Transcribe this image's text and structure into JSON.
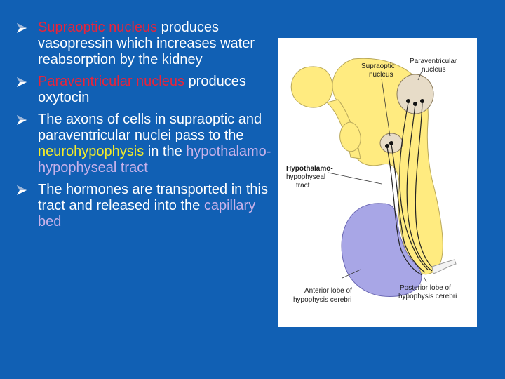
{
  "colors": {
    "background": "#1160b4",
    "text": "#ffffff",
    "highlight_red": "#e8243b",
    "highlight_yellow": "#f4ec2a",
    "highlight_violet": "#c9b2ea",
    "nucleus_fill": "#ffeb80",
    "anterior_lobe_fill": "#a8a6e6"
  },
  "bullets": [
    {
      "highlight": "Supraoptic nucleus",
      "text": " produces vasopressin which increases water reabsorption by the kidney"
    },
    {
      "highlight": "Paraventricular nucleus",
      "text": " produces oxytocin"
    },
    {
      "pre": "The axons of cells in supraoptic and paraventricular nuclei pass to the ",
      "highlight1": "neurohypophysis",
      "mid": " in the ",
      "highlight2": "hypothalamo-hypophyseal tract",
      "post": ""
    },
    {
      "pre": "The hormones are transported in this tract and released into the ",
      "highlight": "capillary bed"
    }
  ],
  "figure": {
    "label_paraventricular_1": "Paraventricular",
    "label_paraventricular_2": "nucleus",
    "label_supraoptic_1": "Supraoptic",
    "label_supraoptic_2": "nucleus",
    "label_tract_1": "Hypothalamo-",
    "label_tract_2": "hypophyseal",
    "label_tract_3": "tract",
    "label_anterior_1": "Anterior lobe of",
    "label_anterior_2": "hypophysis cerebri",
    "label_posterior_1": "Posterior lobe of",
    "label_posterior_2": "hypophysis cerebri",
    "arrow_icon": "arrow-bullet-icon"
  }
}
